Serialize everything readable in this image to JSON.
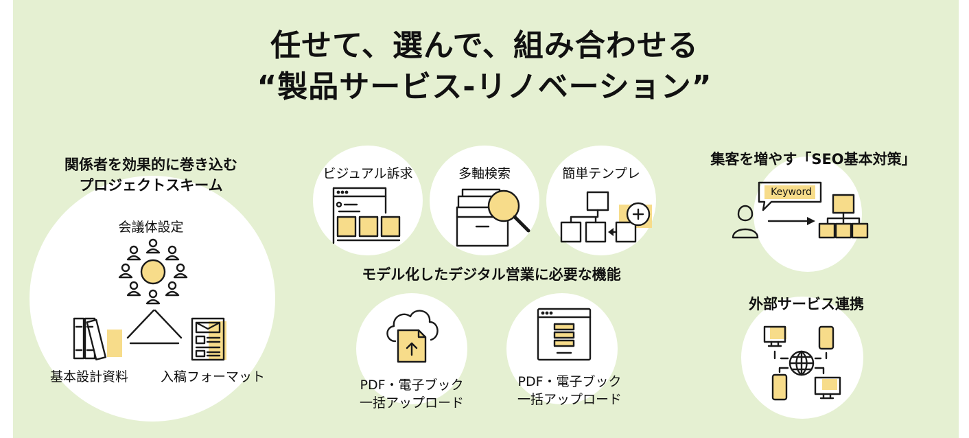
{
  "title": {
    "line1": "任せて、選んで、組み合わせる",
    "line2": "“製品サービス-リノベーション”"
  },
  "left_group": {
    "heading_line1": "関係者を効果的に巻き込む",
    "heading_line2": "プロジェクトスキーム",
    "meeting_label": "会議体設定",
    "docs_label": "基本設計資料",
    "format_label": "入稿フォーマット"
  },
  "center_group": {
    "heading": "モデル化したデジタル営業に必要な機能",
    "features": [
      {
        "label": "ビジュアル訴求"
      },
      {
        "label": "多軸検索"
      },
      {
        "label": "簡単テンプレ"
      }
    ],
    "uploads": [
      {
        "line1": "PDF・電子ブック",
        "line2": "一括アップロード"
      },
      {
        "line1": "PDF・電子ブック",
        "line2": "一括アップロード"
      }
    ]
  },
  "right_group": {
    "seo_heading": "集客を増やす「SEO基本対策」",
    "keyword_text": "Keyword",
    "integration_heading": "外部サービス連携"
  },
  "colors": {
    "background": "#e5f0d2",
    "circle": "#ffffff",
    "accent": "#f7dc8a",
    "text": "#111111"
  }
}
